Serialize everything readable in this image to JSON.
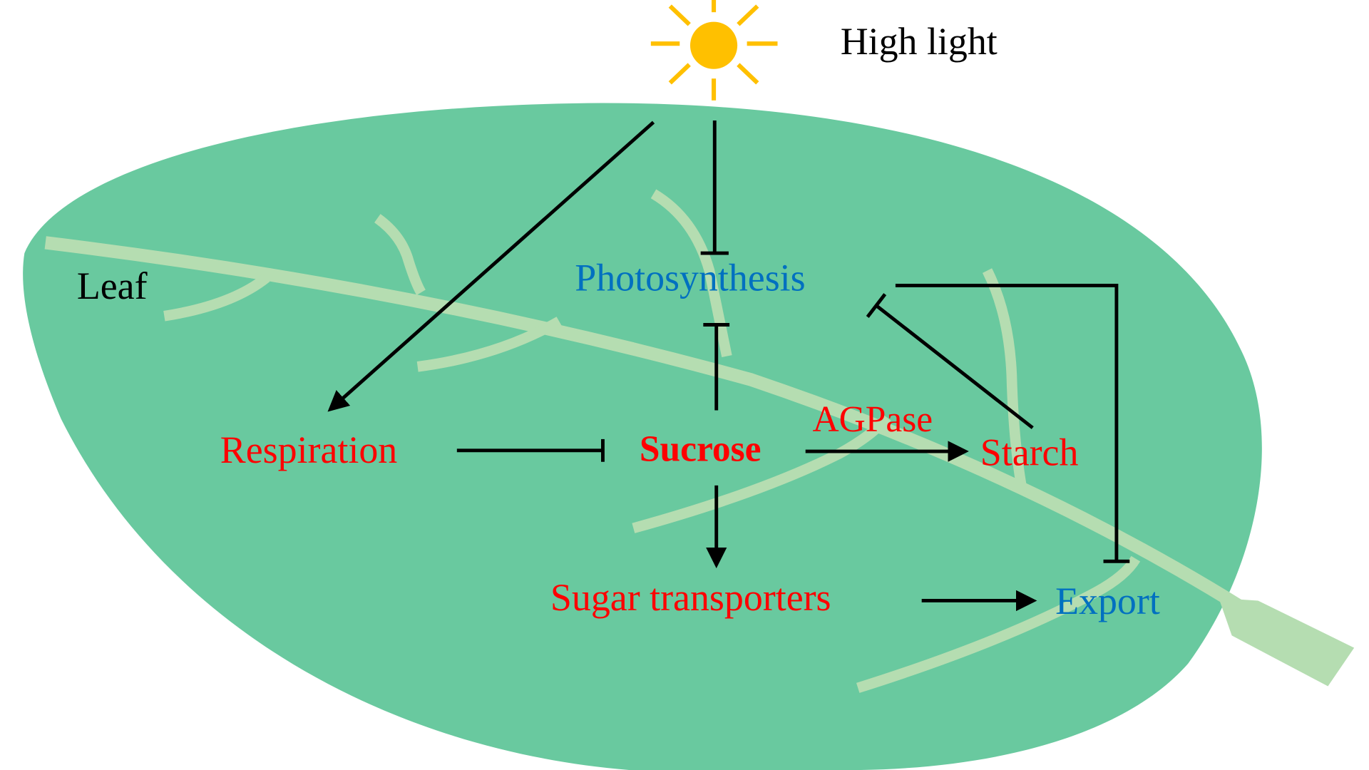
{
  "labels": {
    "light": "High light",
    "leaf": "Leaf",
    "photosynthesis": "Photosynthesis",
    "respiration": "Respiration",
    "sucrose": "Sucrose",
    "agpase": "AGPase",
    "starch": "Starch",
    "sugar_transporters": "Sugar transporters",
    "export": "Export"
  },
  "colors": {
    "leaf": "#69c99f",
    "veins": "#b5ddb1",
    "sun": "#ffc000",
    "arrows": "#000000",
    "red_text": "#ff0000",
    "blue_text": "#0070c0",
    "black_text": "#000000"
  }
}
